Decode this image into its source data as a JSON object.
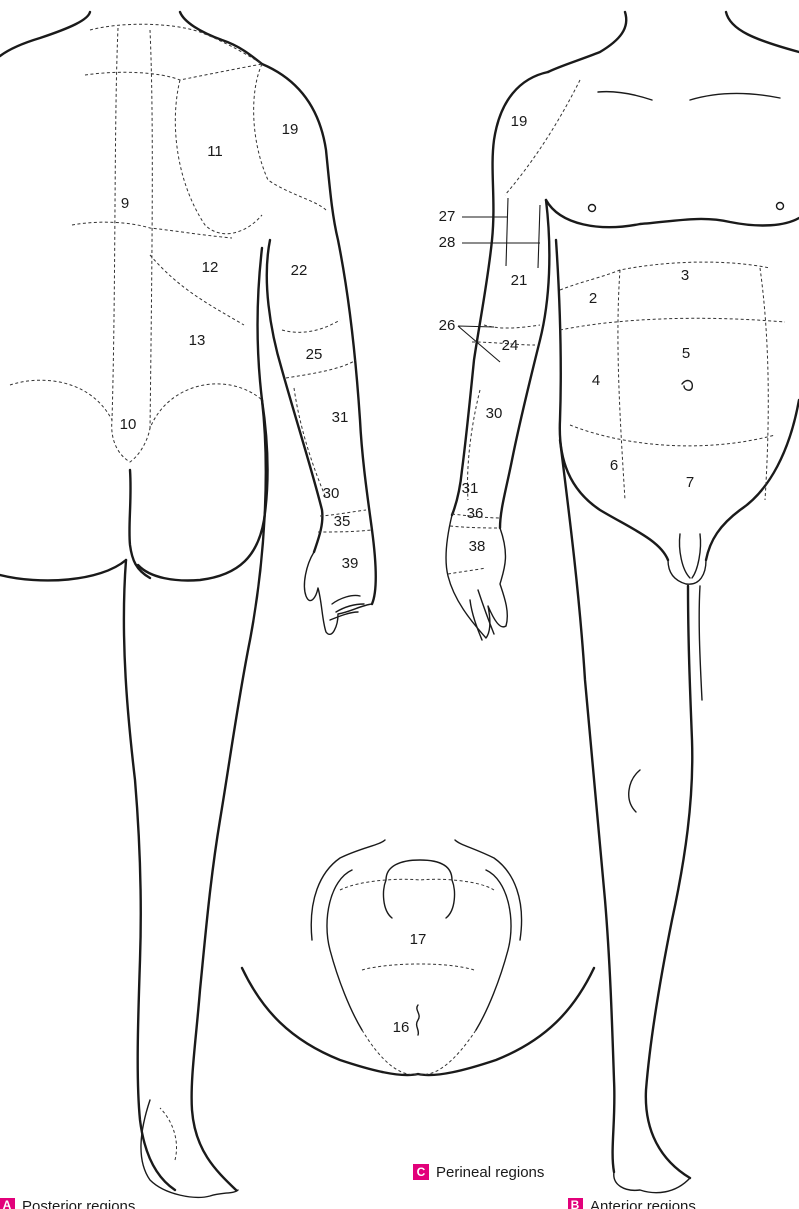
{
  "captions": {
    "posterior": {
      "letter": "A",
      "text": "Posterior regions"
    },
    "anterior": {
      "letter": "B",
      "text": "Anterior regions"
    },
    "perineal": {
      "letter": "C",
      "text": "Perineal regions"
    }
  },
  "colors": {
    "accent": "#e2007a",
    "line": "#1a1a1a"
  },
  "posterior_labels": {
    "r9": "9",
    "r10": "10",
    "r11": "11",
    "r12": "12",
    "r13": "13",
    "r19": "19",
    "r22": "22",
    "r25": "25",
    "r31": "31",
    "r30": "30",
    "r35": "35",
    "r39": "39"
  },
  "anterior_labels": {
    "r19": "19",
    "r27": "27",
    "r28": "28",
    "r21": "21",
    "r26": "26",
    "r24": "24",
    "r30": "30",
    "r31": "31",
    "r36": "36",
    "r38": "38",
    "r2": "2",
    "r3": "3",
    "r4": "4",
    "r5": "5",
    "r6": "6",
    "r7": "7"
  },
  "perineal_labels": {
    "r17": "17",
    "r16": "16"
  }
}
